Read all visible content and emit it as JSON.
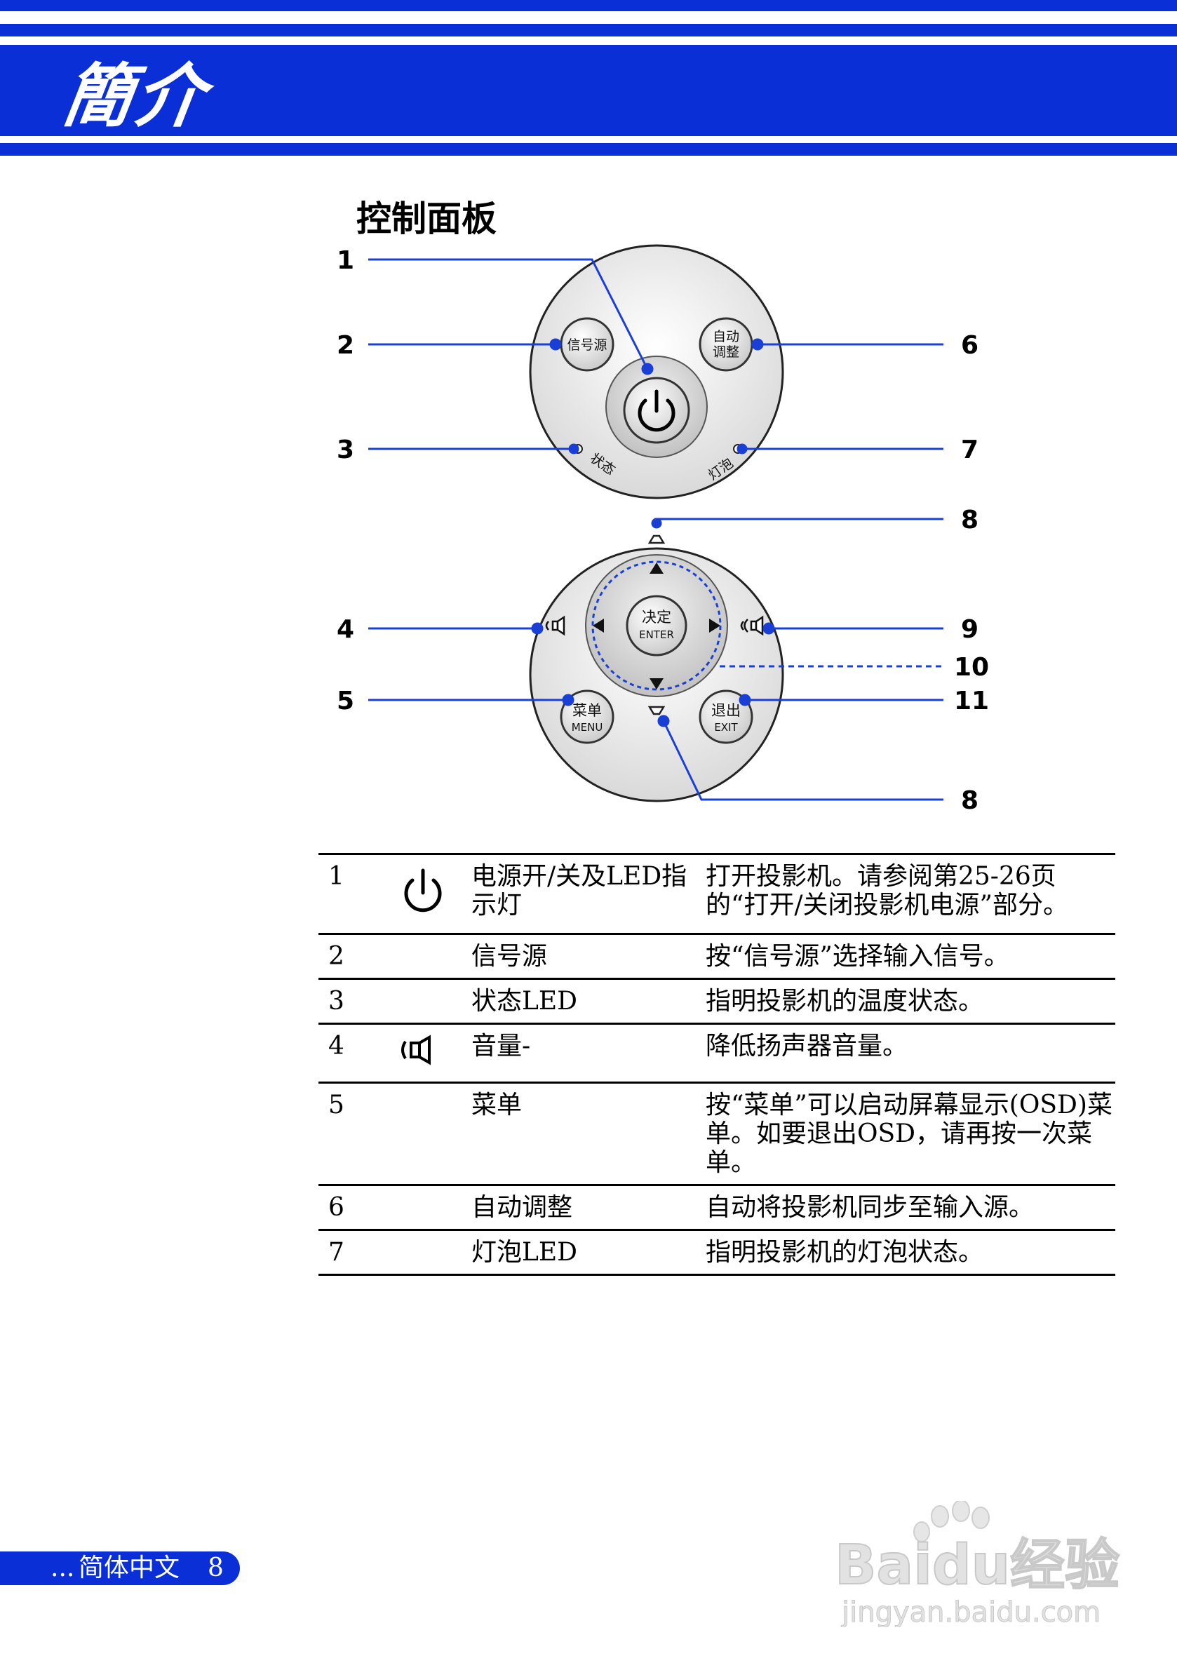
{
  "header": {
    "title": "簡介"
  },
  "section": {
    "title": "控制面板"
  },
  "diagram": {
    "callouts_left": [
      "1",
      "2",
      "3",
      "4",
      "5"
    ],
    "callouts_right": [
      "6",
      "7",
      "8",
      "9",
      "10",
      "11",
      "8"
    ],
    "upper_panel": {
      "source_button": "信号源",
      "auto_button_line1": "自动",
      "auto_button_line2": "调整",
      "status_led": "状态",
      "lamp_led": "灯泡"
    },
    "lower_panel": {
      "enter_line1": "决定",
      "enter_line2": "ENTER",
      "menu_line1": "菜单",
      "menu_line2": "MENU",
      "exit_line1": "退出",
      "exit_line2": "EXIT"
    },
    "accent_color": "#1a3fd4"
  },
  "table": {
    "rows": [
      {
        "num": "1",
        "icon": "power-icon",
        "name": "电源开/关及LED指示灯",
        "desc": "打开投影机。请参阅第25-26页的“打开/关闭投影机电源”部分。"
      },
      {
        "num": "2",
        "icon": "",
        "name": "信号源",
        "desc": "按“信号源”选择输入信号。"
      },
      {
        "num": "3",
        "icon": "",
        "name": "状态LED",
        "desc": "指明投影机的温度状态。"
      },
      {
        "num": "4",
        "icon": "volume-down-icon",
        "name": "音量-",
        "desc": "降低扬声器音量。"
      },
      {
        "num": "5",
        "icon": "",
        "name": "菜单",
        "desc": "按“菜单”可以启动屏幕显示(OSD)菜单。如要退出OSD，请再按一次菜单。"
      },
      {
        "num": "6",
        "icon": "",
        "name": "自动调整",
        "desc": "自动将投影机同步至输入源。"
      },
      {
        "num": "7",
        "icon": "",
        "name": "灯泡LED",
        "desc": "指明投影机的灯泡状态。"
      }
    ]
  },
  "footer": {
    "prefix": "...",
    "language": "简体中文",
    "page": "8"
  },
  "watermark": {
    "brand": "Baidu经验",
    "url": "jingyan.baidu.com"
  }
}
